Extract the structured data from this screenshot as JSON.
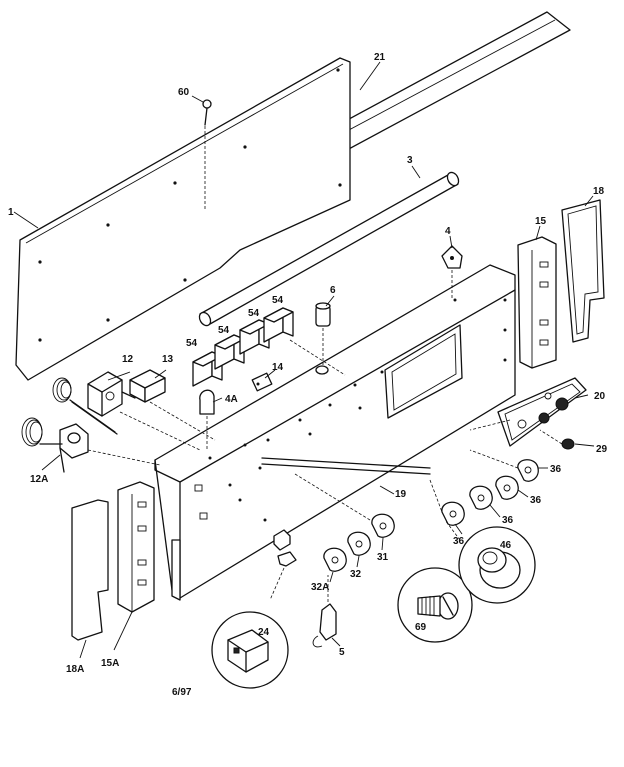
{
  "part_labels": {
    "p1": "1",
    "p3": "3",
    "p4": "4",
    "p4a": "4A",
    "p5": "5",
    "p6": "6",
    "p12": "12",
    "p12a": "12A",
    "p13": "13",
    "p14": "14",
    "p15": "15",
    "p15a": "15A",
    "p18": "18",
    "p18a": "18A",
    "p19": "19",
    "p20": "20",
    "p21": "21",
    "p24": "24",
    "p29": "29",
    "p31": "31",
    "p32": "32",
    "p32a": "32A",
    "p36a": "36",
    "p36b": "36",
    "p36c": "36",
    "p36d": "36",
    "p46": "46",
    "p54a": "54",
    "p54b": "54",
    "p54c": "54",
    "p54d": "54",
    "p60": "60",
    "p69": "69"
  },
  "footer": {
    "date_code": "6/97"
  }
}
